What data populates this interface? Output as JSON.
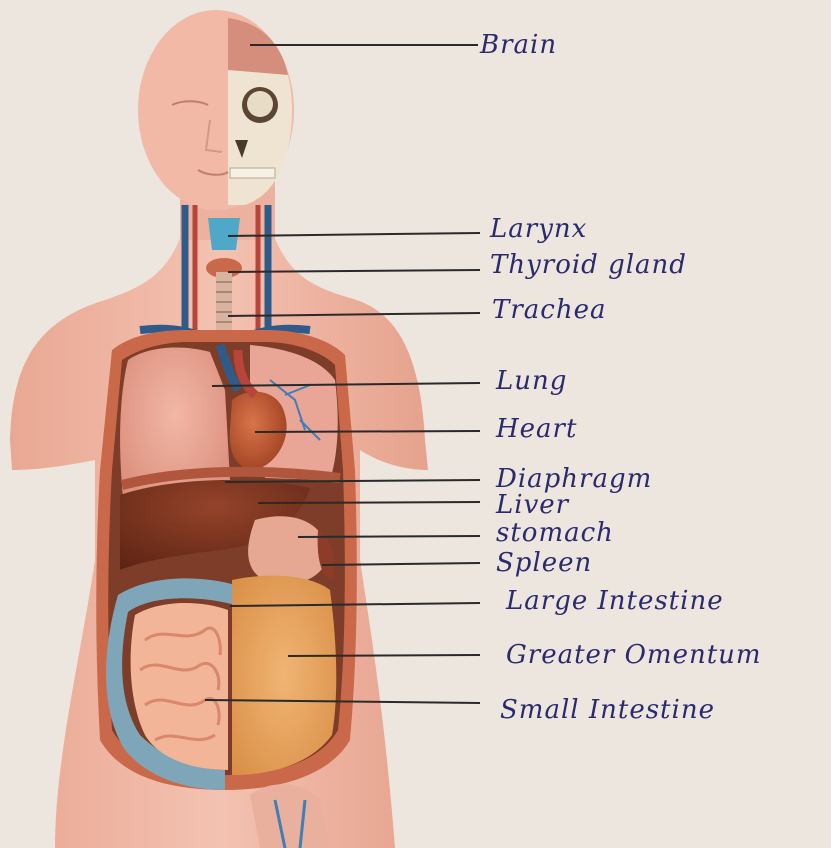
{
  "labels": [
    {
      "id": "brain",
      "text": "Brain"
    },
    {
      "id": "larynx",
      "text": "Larynx"
    },
    {
      "id": "thyroid",
      "text": "Thyroid gland"
    },
    {
      "id": "trachea",
      "text": "Trachea"
    },
    {
      "id": "lung",
      "text": "Lung"
    },
    {
      "id": "heart",
      "text": "Heart"
    },
    {
      "id": "diaphragm",
      "text": "Diaphragm"
    },
    {
      "id": "liver",
      "text": "Liver"
    },
    {
      "id": "stomach",
      "text": "stomach"
    },
    {
      "id": "spleen",
      "text": "Spleen"
    },
    {
      "id": "large_intestine",
      "text": "Large Intestine"
    },
    {
      "id": "greater_omentum",
      "text": "Greater Omentum"
    },
    {
      "id": "small_intestine",
      "text": "Small Intestine"
    }
  ],
  "colors": {
    "paper": "#ece6de",
    "ink": "#2b2a6e",
    "leader": "#2a2a2a",
    "skin": "#f0b8a6",
    "muscle": "#c9694a",
    "lung": "#e8a596",
    "heart": "#c45a35",
    "liver": "#7a3320",
    "intestine": "#f2b597",
    "large_intestine": "#7fa6b8",
    "omentum": "#e8a05a",
    "larynx": "#4fa8c8"
  }
}
